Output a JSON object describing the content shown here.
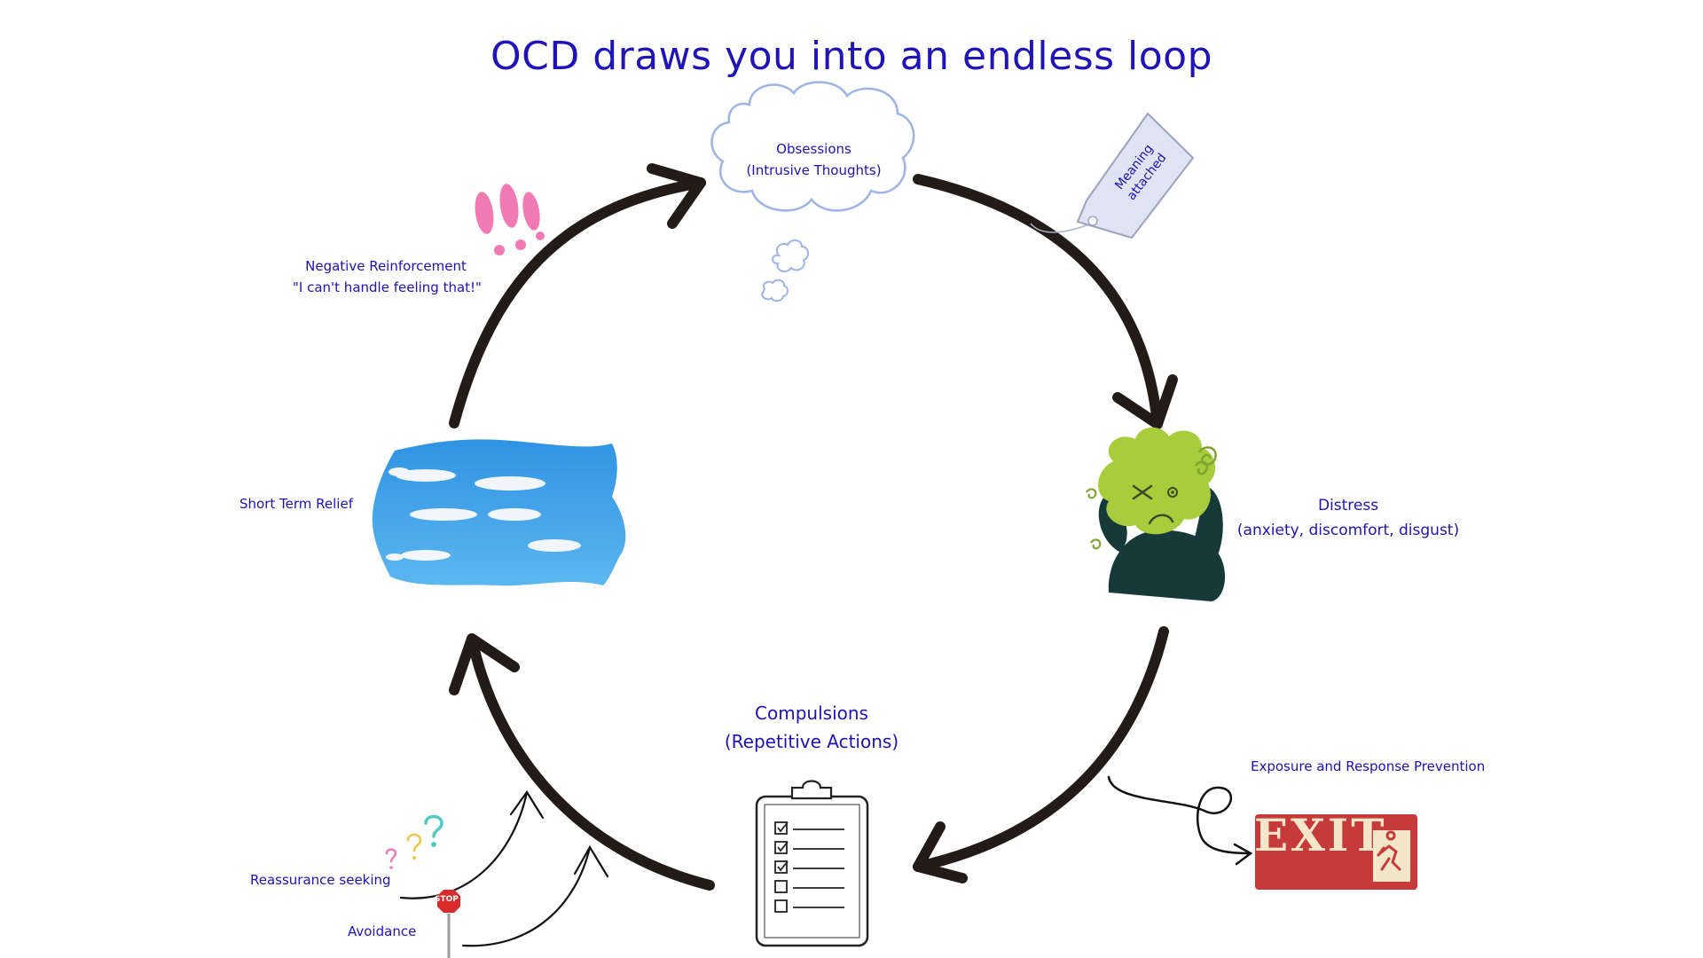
{
  "title": "OCD draws you into an endless loop",
  "nodes": {
    "obsessions": {
      "line1": "Obsessions",
      "line2": "(Intrusive Thoughts)"
    },
    "distress": {
      "line1": "Distress",
      "line2": "(anxiety, discomfort, disgust)"
    },
    "compulsions": {
      "line1": "Compulsions",
      "line2": "(Repetitive Actions)"
    },
    "relief": {
      "label": "Short Term Relief"
    }
  },
  "negative_reinforcement": {
    "line1": "Negative Reinforcement",
    "line2": "\"I can't handle feeling that!\""
  },
  "tag": {
    "line1": "Meaning",
    "line2": "attached"
  },
  "side": {
    "reassurance": "Reassurance seeking",
    "avoidance": "Avoidance",
    "stop_sign": "STOP"
  },
  "exit": {
    "caption": "Exposure and Response Prevention",
    "sign": "EXIT"
  },
  "colors": {
    "text": "#1d13b5",
    "arrow": "#231b18",
    "cloud_outline": "#9db4e6",
    "sky": "#3a9ce6",
    "distress_green": "#a8cd3c",
    "distress_body": "#16393a",
    "exit_red": "#c73a3a",
    "exclaim_pink": "#f27ab4"
  }
}
